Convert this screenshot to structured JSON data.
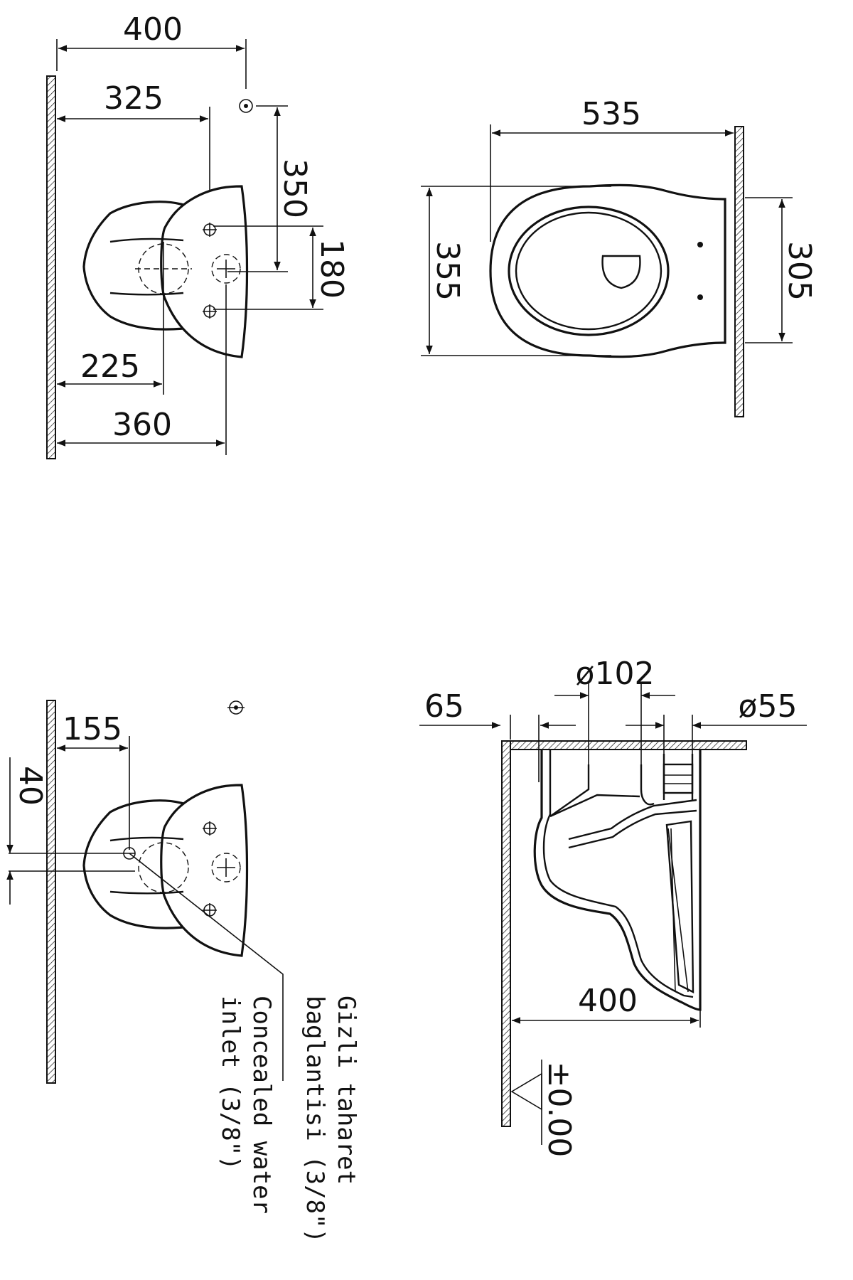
{
  "top_left_view": {
    "dim_400": "400",
    "dim_325": "325",
    "dim_350": "350",
    "dim_180": "180",
    "dim_225": "225",
    "dim_360": "360"
  },
  "top_right_view": {
    "dim_535": "535",
    "dim_355": "355",
    "dim_305": "305"
  },
  "bottom_left_view": {
    "dim_155": "155",
    "dim_40": "40",
    "note_tr_line1": "Gizli taharet",
    "note_tr_line2": "baglantisi (3/8\")",
    "note_en_line1": "Concealed water",
    "note_en_line2": "inlet (3/8\")"
  },
  "bottom_right_view": {
    "dim_d102": "ø102",
    "dim_65": "65",
    "dim_d55": "ø55",
    "dim_400": "400",
    "level_mark": "±0.00"
  },
  "colors": {
    "line": "#111111",
    "background": "#ffffff"
  }
}
